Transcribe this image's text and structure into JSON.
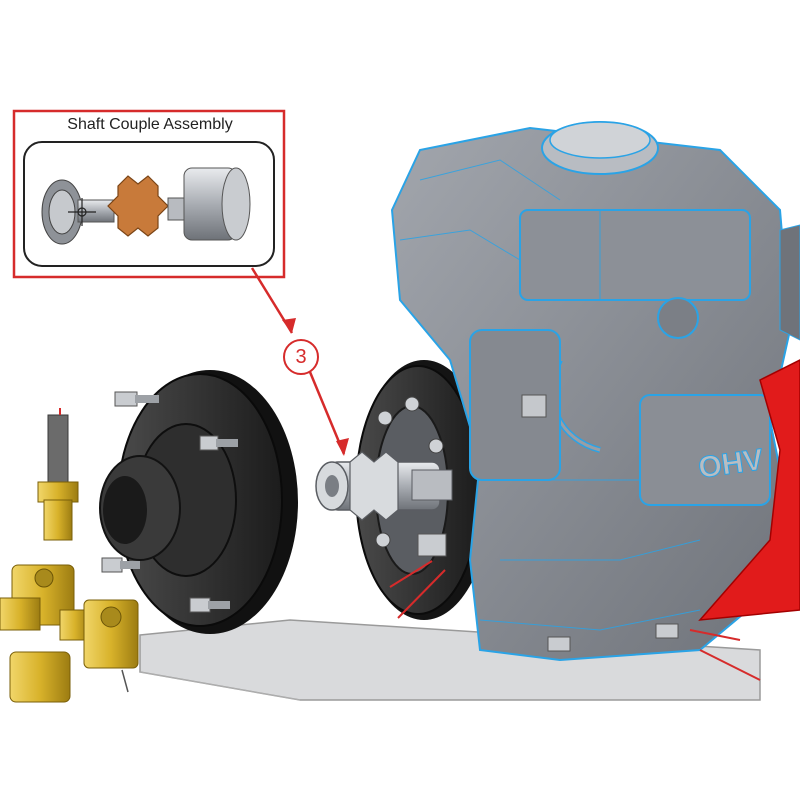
{
  "callout": {
    "title": "Shaft Couple Assembly",
    "number": "3"
  },
  "engine": {
    "badge": "OHV"
  },
  "colors": {
    "callout_border": "#d62b2b",
    "leader_line": "#d62b2b",
    "engine_body": "#8b8f96",
    "wireframe": "#2aa3e6",
    "flange": "#2a2a2a",
    "spider": "#c87a3a",
    "brass": "#d8b22a",
    "engine_red": "#e11b1b"
  },
  "icons": [
    "crosshair-icon"
  ]
}
